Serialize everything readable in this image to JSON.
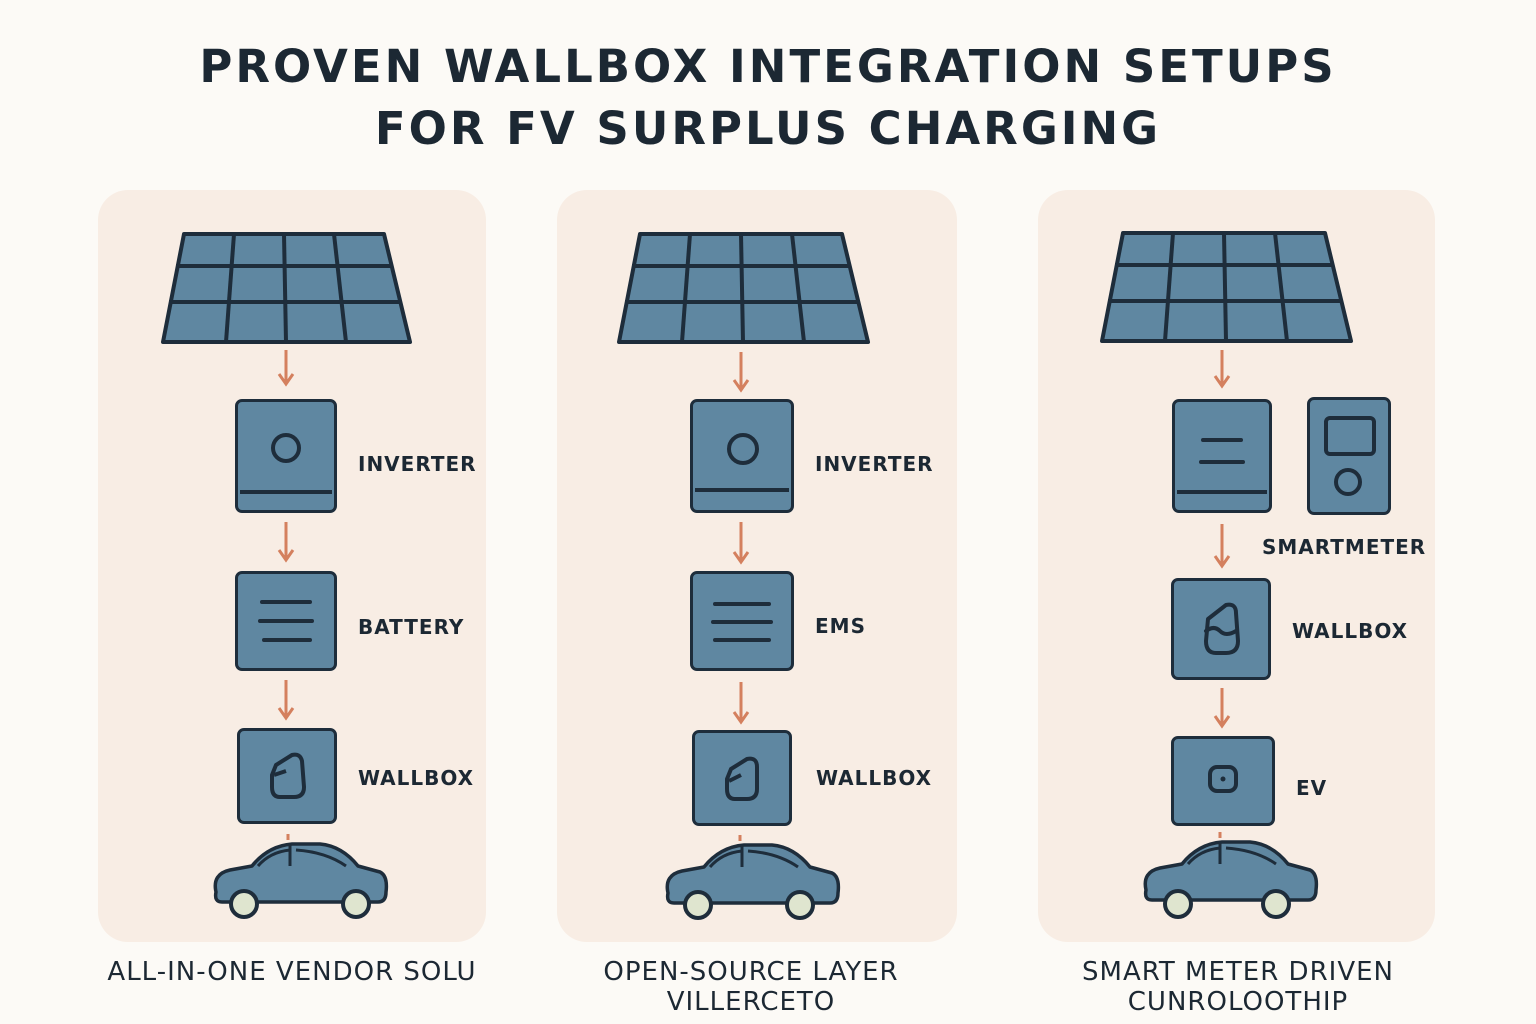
{
  "title": {
    "line1": "PROVEN WALLBOX INTEGRATION SETUPS",
    "line2": "FOR FV SURPLUS CHARGING"
  },
  "colors": {
    "background": "#fcfaf6",
    "panel": "#f8ede4",
    "component": "#5f87a1",
    "outline": "#1e2d3b",
    "arrow": "#d4805e",
    "wheel": "#dfe5cf"
  },
  "setups": [
    {
      "labels": {
        "inverter": "INVERTER",
        "battery": "BATTERY",
        "wallbox": "WALLBOX"
      },
      "caption": [
        "ALL-IN-ONE VENDOR SOLU"
      ]
    },
    {
      "labels": {
        "inverter": "INVERTER",
        "ems": "EMS",
        "wallbox": "WALLBOX"
      },
      "caption": [
        "OPEN-SOURCE LAYER",
        "VILLERCETO"
      ]
    },
    {
      "labels": {
        "smartmeter": "SMARTMETER",
        "wallbox": "WALLBOX",
        "ev": "EV"
      },
      "caption": [
        "SMART METER DRIVEN",
        "CUNROLOOTHIP"
      ]
    }
  ]
}
